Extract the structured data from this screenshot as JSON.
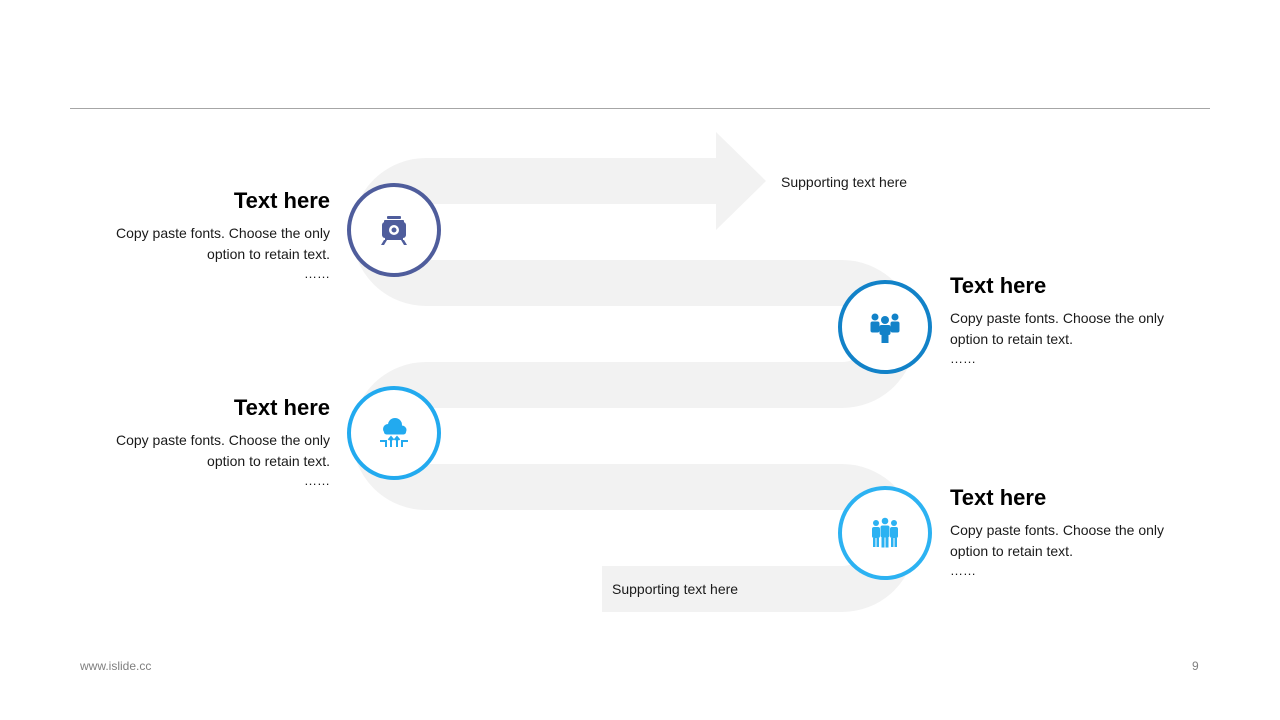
{
  "steps": [
    {
      "title": "Text here",
      "body": "Copy paste fonts. Choose the only option to retain text.",
      "dots": "……",
      "icon": "train-icon",
      "color": "#4f5d9c"
    },
    {
      "title": "Text here",
      "body": "Copy paste fonts. Choose the only option to retain text.",
      "dots": "……",
      "icon": "team-icon",
      "color": "#1282c8"
    },
    {
      "title": "Text here",
      "body": "Copy paste fonts. Choose the only option to retain text.",
      "dots": "……",
      "icon": "cloud-upload-icon",
      "color": "#22aaef"
    },
    {
      "title": "Text here",
      "body": "Copy paste fonts. Choose the only option to retain text.",
      "dots": "……",
      "icon": "group-people-icon",
      "color": "#2cb2f2"
    }
  ],
  "support_top": "Supporting text here",
  "support_bottom": "Supporting text here",
  "footer": {
    "website": "www.islide.cc",
    "page": "9"
  },
  "colors": {
    "band": "#f2f2f2",
    "rule": "#a6a6a6",
    "footer_text": "#7f7f7f"
  }
}
